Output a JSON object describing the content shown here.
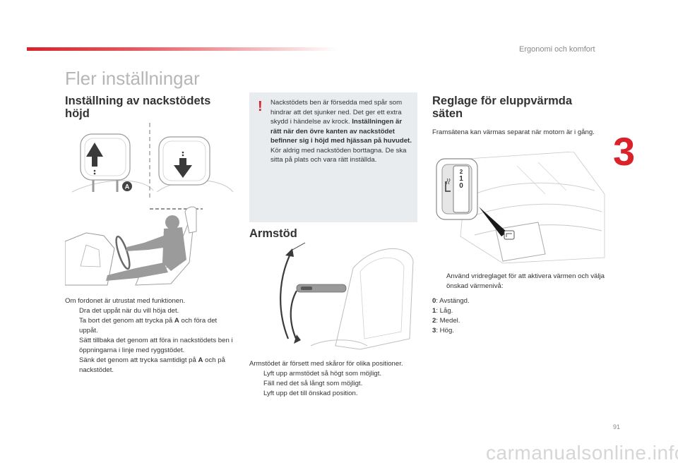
{
  "header": {
    "section_title": "Ergonomi och komfort",
    "chapter_number": "3",
    "page_number": "91"
  },
  "page_title": "Fler inställningar",
  "col1": {
    "heading_line1": "Inställning av nackstödets",
    "heading_line2": "höjd",
    "badge_label": "A",
    "intro": "Om fordonet är utrustat med funktionen.",
    "bullet_symbol": "",
    "steps": [
      "Dra det uppåt när du vill höja det.",
      "Ta bort det genom att trycka på ",
      "och föra det uppåt.",
      "Sätt tillbaka det genom att föra in nackstödets ben i öppningarna i linje med ryggstödet.",
      "Sänk det genom att trycka samtidigt på ",
      "och på nackstödet."
    ],
    "bold_ref": "A"
  },
  "warning": {
    "icon": "!",
    "text_plain1": "Nackstödets ben är försedda med spår som hindrar att det sjunker ned. Det ger ett extra skydd i händelse av krock.",
    "text_bold": "Inställningen är rätt när den övre kanten av nackstödet befinner sig i höjd med hjässan på huvudet.",
    "text_plain2": "Kör aldrig med nackstöden borttagna. De ska sitta på plats och vara rätt inställda."
  },
  "col2": {
    "heading": "Armstöd",
    "intro": "Armstödet är försett med skåror för olika positioner.",
    "steps": [
      "Lyft upp armstödet så högt som möjligt.",
      "Fäll ned det så långt som möjligt.",
      "Lyft upp det till önskad position."
    ]
  },
  "col3": {
    "heading_line1": "Reglage för eluppvärmda",
    "heading_line2": "säten",
    "intro": "Framsätena kan värmas separat när motorn är i gång.",
    "step": "Använd vridreglaget för att aktivera värmen och välja önskad värmenivå:",
    "dial_labels": [
      "2",
      "1",
      "0"
    ],
    "levels": [
      {
        "key": "0",
        "label": ": Avstängd."
      },
      {
        "key": "1",
        "label": ": Låg."
      },
      {
        "key": "2",
        "label": ": Medel."
      },
      {
        "key": "3",
        "label": ": Hög."
      }
    ]
  },
  "footer": {
    "watermark": "carmanualsonline.info"
  },
  "colors": {
    "accent_red": "#d9222a",
    "warning_bg": "#e9ecee",
    "illustration_gray": "#a9a9a9"
  }
}
